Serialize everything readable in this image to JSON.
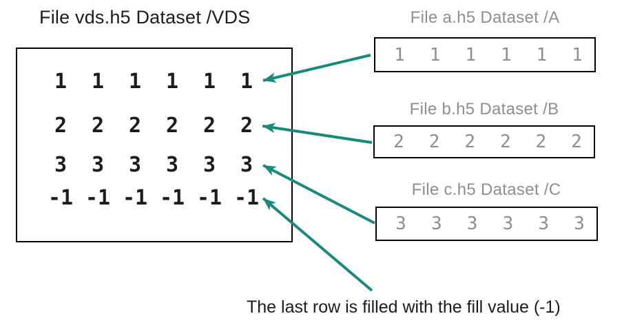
{
  "colors": {
    "teal": "#18897b",
    "gray": "#8e8e8e",
    "ink": "#1c1c1c"
  },
  "vds": {
    "title": "File vds.h5 Dataset /VDS",
    "rows": [
      [
        "1",
        "1",
        "1",
        "1",
        "1",
        "1"
      ],
      [
        "2",
        "2",
        "2",
        "2",
        "2",
        "2"
      ],
      [
        "3",
        "3",
        "3",
        "3",
        "3",
        "3"
      ],
      [
        "-1",
        "-1",
        "-1",
        "-1",
        "-1",
        "-1"
      ]
    ]
  },
  "sources": [
    {
      "title": "File a.h5 Dataset /A",
      "values": [
        "1",
        "1",
        "1",
        "1",
        "1",
        "1"
      ]
    },
    {
      "title": "File b.h5 Dataset /B",
      "values": [
        "2",
        "2",
        "2",
        "2",
        "2",
        "2"
      ]
    },
    {
      "title": "File c.h5 Dataset /C",
      "values": [
        "3",
        "3",
        "3",
        "3",
        "3",
        "3"
      ]
    }
  ],
  "annotation": "The last row is filled with the fill value (-1)"
}
